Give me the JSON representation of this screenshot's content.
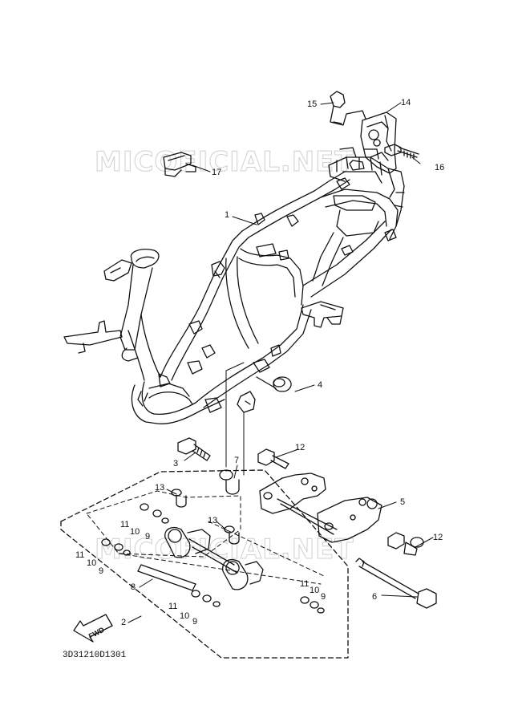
{
  "diagram_code": "3D31210D1301",
  "fwd_label": "FWD",
  "watermarks": [
    "MICOFICIAL.NET",
    "MICOFICIAL.NET"
  ],
  "callouts": {
    "c1": "1",
    "c2": "2",
    "c3": "3",
    "c4": "4",
    "c5": "5",
    "c6": "6",
    "c7": "7",
    "c8": "8",
    "c9a": "9",
    "c9b": "9",
    "c9c": "9",
    "c9d": "9",
    "c10a": "10",
    "c10b": "10",
    "c10c": "10",
    "c10d": "10",
    "c11a": "11",
    "c11b": "11",
    "c11c": "11",
    "c11d": "11",
    "c12a": "12",
    "c12b": "12",
    "c13a": "13",
    "c13b": "13",
    "c14": "14",
    "c15": "15",
    "c16": "16",
    "c17": "17"
  }
}
